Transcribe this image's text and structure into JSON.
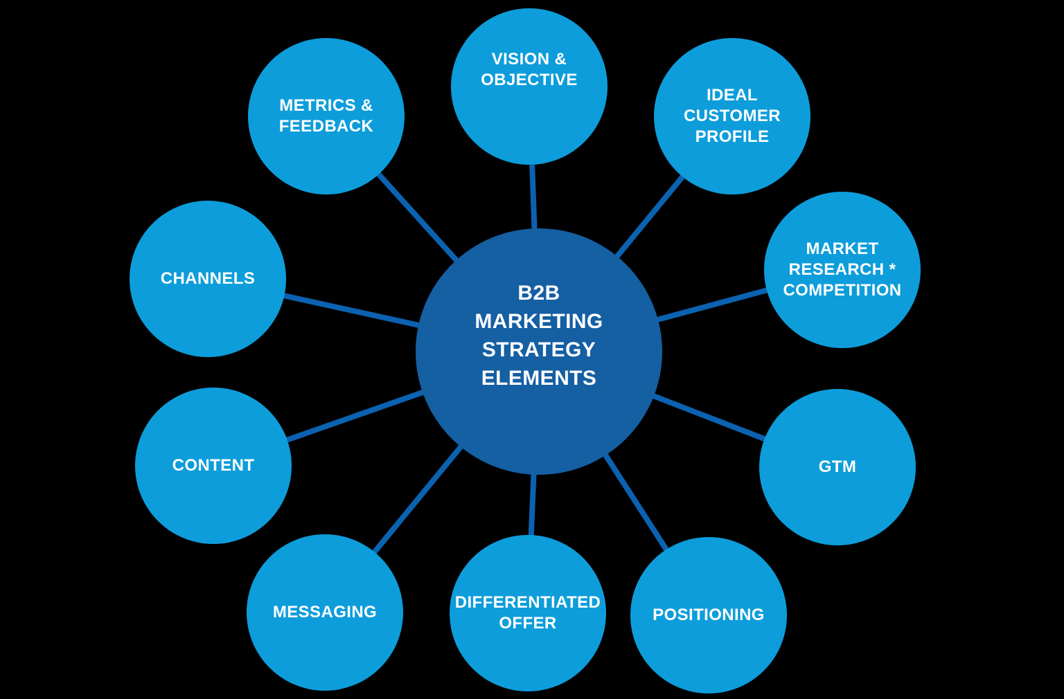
{
  "diagram": {
    "title": "B2B Marketing Strategy Elements mind map"
  },
  "hub": {
    "label": "B2B\nMARKETING\nSTRATEGY\nELEMENTS"
  },
  "nodes": [
    {
      "id": "vision-objective",
      "label": "VISION &\nOBJECTIVE"
    },
    {
      "id": "ideal-customer-profile",
      "label": "IDEAL\nCUSTOMER\nPROFILE"
    },
    {
      "id": "market-research-competition",
      "label": "MARKET\nRESEARCH *\nCOMPETITION"
    },
    {
      "id": "gtm",
      "label": "GTM"
    },
    {
      "id": "positioning",
      "label": "POSITIONING"
    },
    {
      "id": "differentiated-offer",
      "label": "DIFFERENTIATED\nOFFER"
    },
    {
      "id": "messaging",
      "label": "MESSAGING"
    },
    {
      "id": "content",
      "label": "CONTENT"
    },
    {
      "id": "channels",
      "label": "CHANNELS"
    },
    {
      "id": "metrics-feedback",
      "label": "METRICS &\nFEEDBACK"
    }
  ],
  "colors": {
    "background": "#000000",
    "node_fill": "#0D9DDB",
    "hub_fill": "#155FA3",
    "connector": "#0B62B0",
    "label_text": "#FFFFFF"
  }
}
